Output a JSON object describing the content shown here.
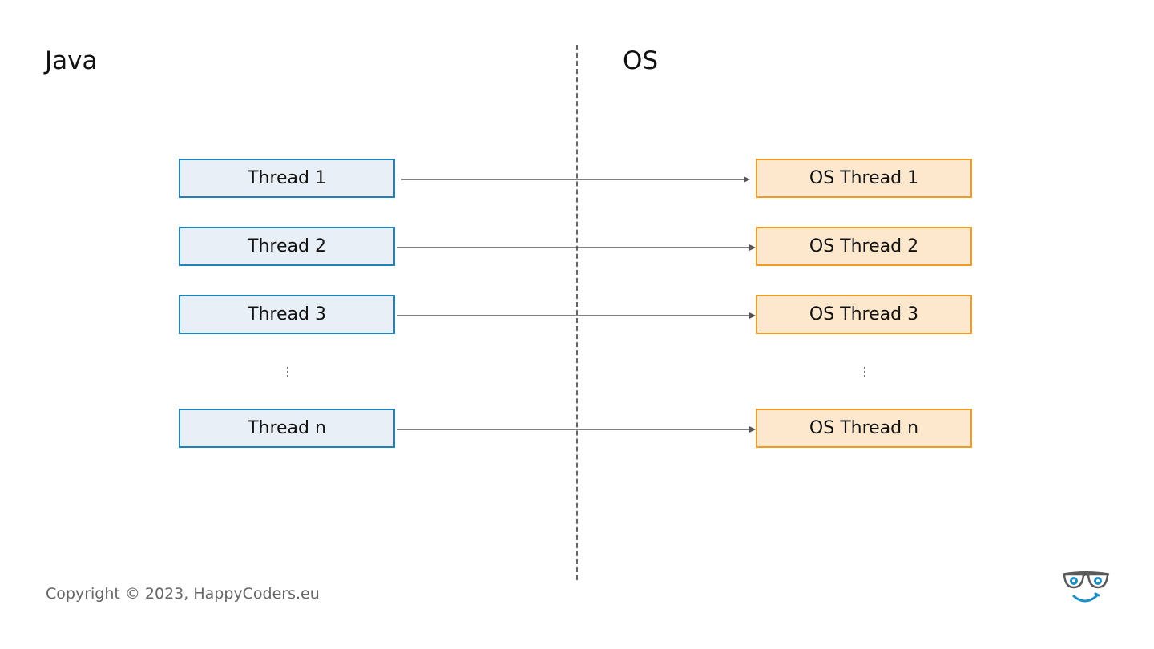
{
  "headings": {
    "left": "Java",
    "right": "OS"
  },
  "java_threads": [
    "Thread 1",
    "Thread 2",
    "Thread 3",
    "Thread n"
  ],
  "os_threads": [
    "OS Thread 1",
    "OS Thread 2",
    "OS Thread 3",
    "OS Thread n"
  ],
  "ellipsis": "⋮",
  "footer": {
    "copyright": "Copyright © 2023, HappyCoders.eu"
  },
  "colors": {
    "java_box_fill": "#e9eff6",
    "java_box_border": "#1f82b8",
    "os_box_fill": "#fde7cd",
    "os_box_border": "#f19b25",
    "arrow": "#555555",
    "divider": "#666666"
  },
  "logo": {
    "icon": "glasses-smiley-icon"
  }
}
